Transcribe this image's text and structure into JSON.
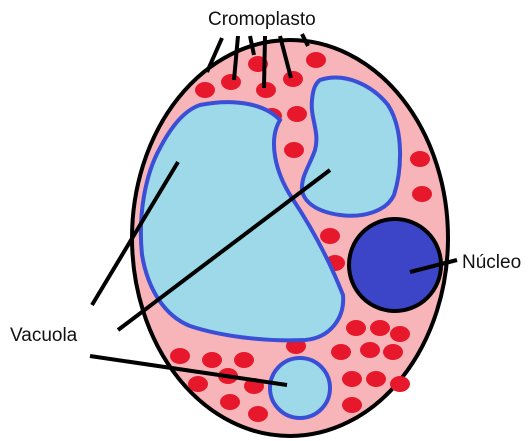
{
  "diagram": {
    "labels": {
      "cromoplasto": "Cromoplasto",
      "vacuola": "Vacuola",
      "nucleo": "Núcleo"
    },
    "colors": {
      "cytoplasm": "#f7b5b9",
      "cell_wall": "#000000",
      "vacuole_fill": "#9dd9e8",
      "vacuole_outline": "#3a4fd6",
      "nucleus_fill": "#3c44c8",
      "chromoplast": "#e8182c",
      "leader_line": "#000000"
    }
  }
}
